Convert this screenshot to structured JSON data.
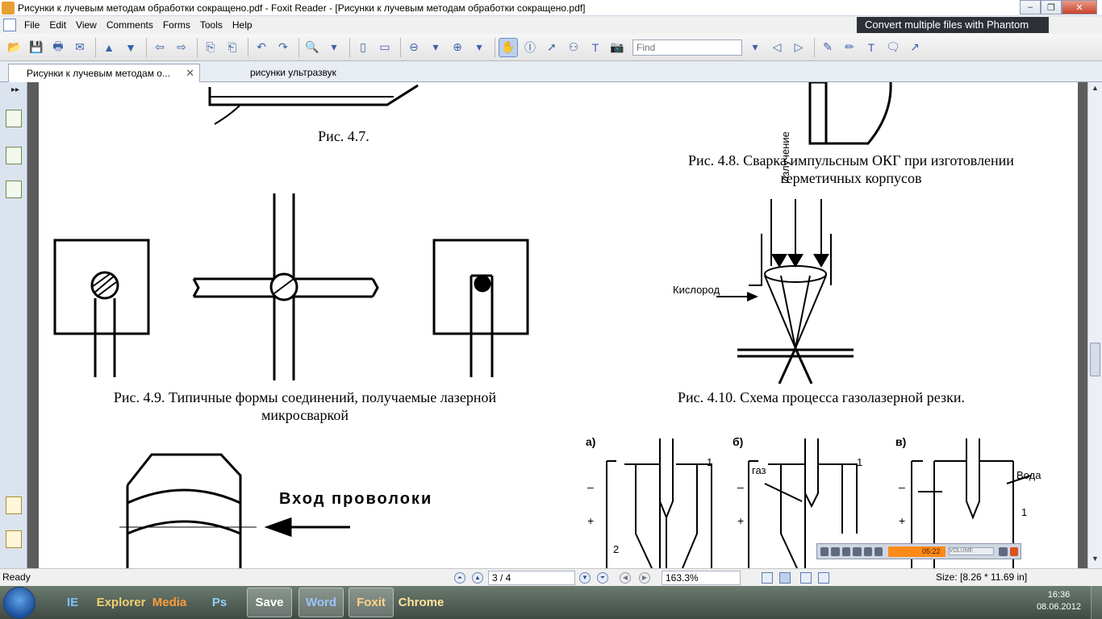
{
  "window": {
    "title": "Рисунки к лучевым методам обработки сокращено.pdf - Foxit Reader - [Рисунки к лучевым методам обработки сокращено.pdf]",
    "minimize": "–",
    "restore": "❐",
    "close": "✕"
  },
  "menu": {
    "items": [
      "File",
      "Edit",
      "View",
      "Comments",
      "Forms",
      "Tools",
      "Help"
    ],
    "promo": "Convert multiple files with Phantom"
  },
  "toolbar": {
    "find_placeholder": "Find"
  },
  "tabs": {
    "active": "Рисунки к лучевым методам о...",
    "active_close": "✕",
    "inactive": "рисунки ультразвук"
  },
  "document": {
    "captions": {
      "fig47": "Рис. 4.7.",
      "fig48": "Рис. 4.8. Сварка импульсным ОКГ при изготовлении герметичных корпусов",
      "fig49": "Рис. 4.9. Типичные формы соединений, получаемые лазерной микросваркой",
      "fig410": "Рис. 4.10. Схема процесса газолазерной резки."
    },
    "labels": {
      "radiation": "Излучение",
      "oxygen": "Кислород",
      "wire_input": "Вход проволоки",
      "a": "а)",
      "b": "б)",
      "v": "в)",
      "gas": "газ",
      "water": "Вода",
      "one": "1",
      "two": "2",
      "minus": "–",
      "plus": "+"
    }
  },
  "player": {
    "time": "05:22",
    "volume_label": "VOLUME"
  },
  "statusbar": {
    "ready": "Ready",
    "page": "3 / 4",
    "zoom": "163.3%",
    "size": "Size: [8.26 * 11.69 in]"
  },
  "taskbar": {
    "apps": [
      "IE",
      "Explorer",
      "Media",
      "Ps",
      "Save",
      "Word",
      "Foxit",
      "Chrome"
    ],
    "time": "16:36",
    "date": "08.06.2012"
  }
}
